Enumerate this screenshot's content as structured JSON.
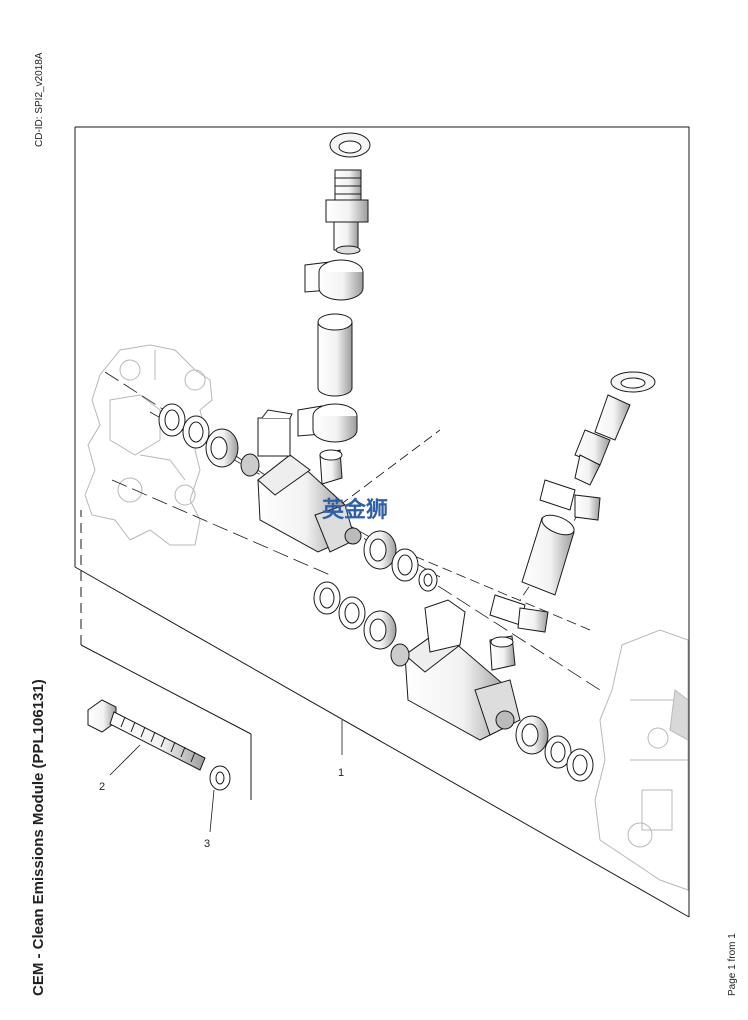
{
  "header": {
    "cd_id": "CD-ID: SPI2_v2018A",
    "title": "CEM - Clean Emissions Module (PPL106131)",
    "page": "Page 1 from 1"
  },
  "callouts": [
    "1",
    "2",
    "3"
  ],
  "watermark": "英金狮",
  "colors": {
    "line": "#1a1a1a",
    "ghost": "#b8b8b8",
    "shade": "#9a9a9a",
    "watermark": "#2e5fa8"
  }
}
